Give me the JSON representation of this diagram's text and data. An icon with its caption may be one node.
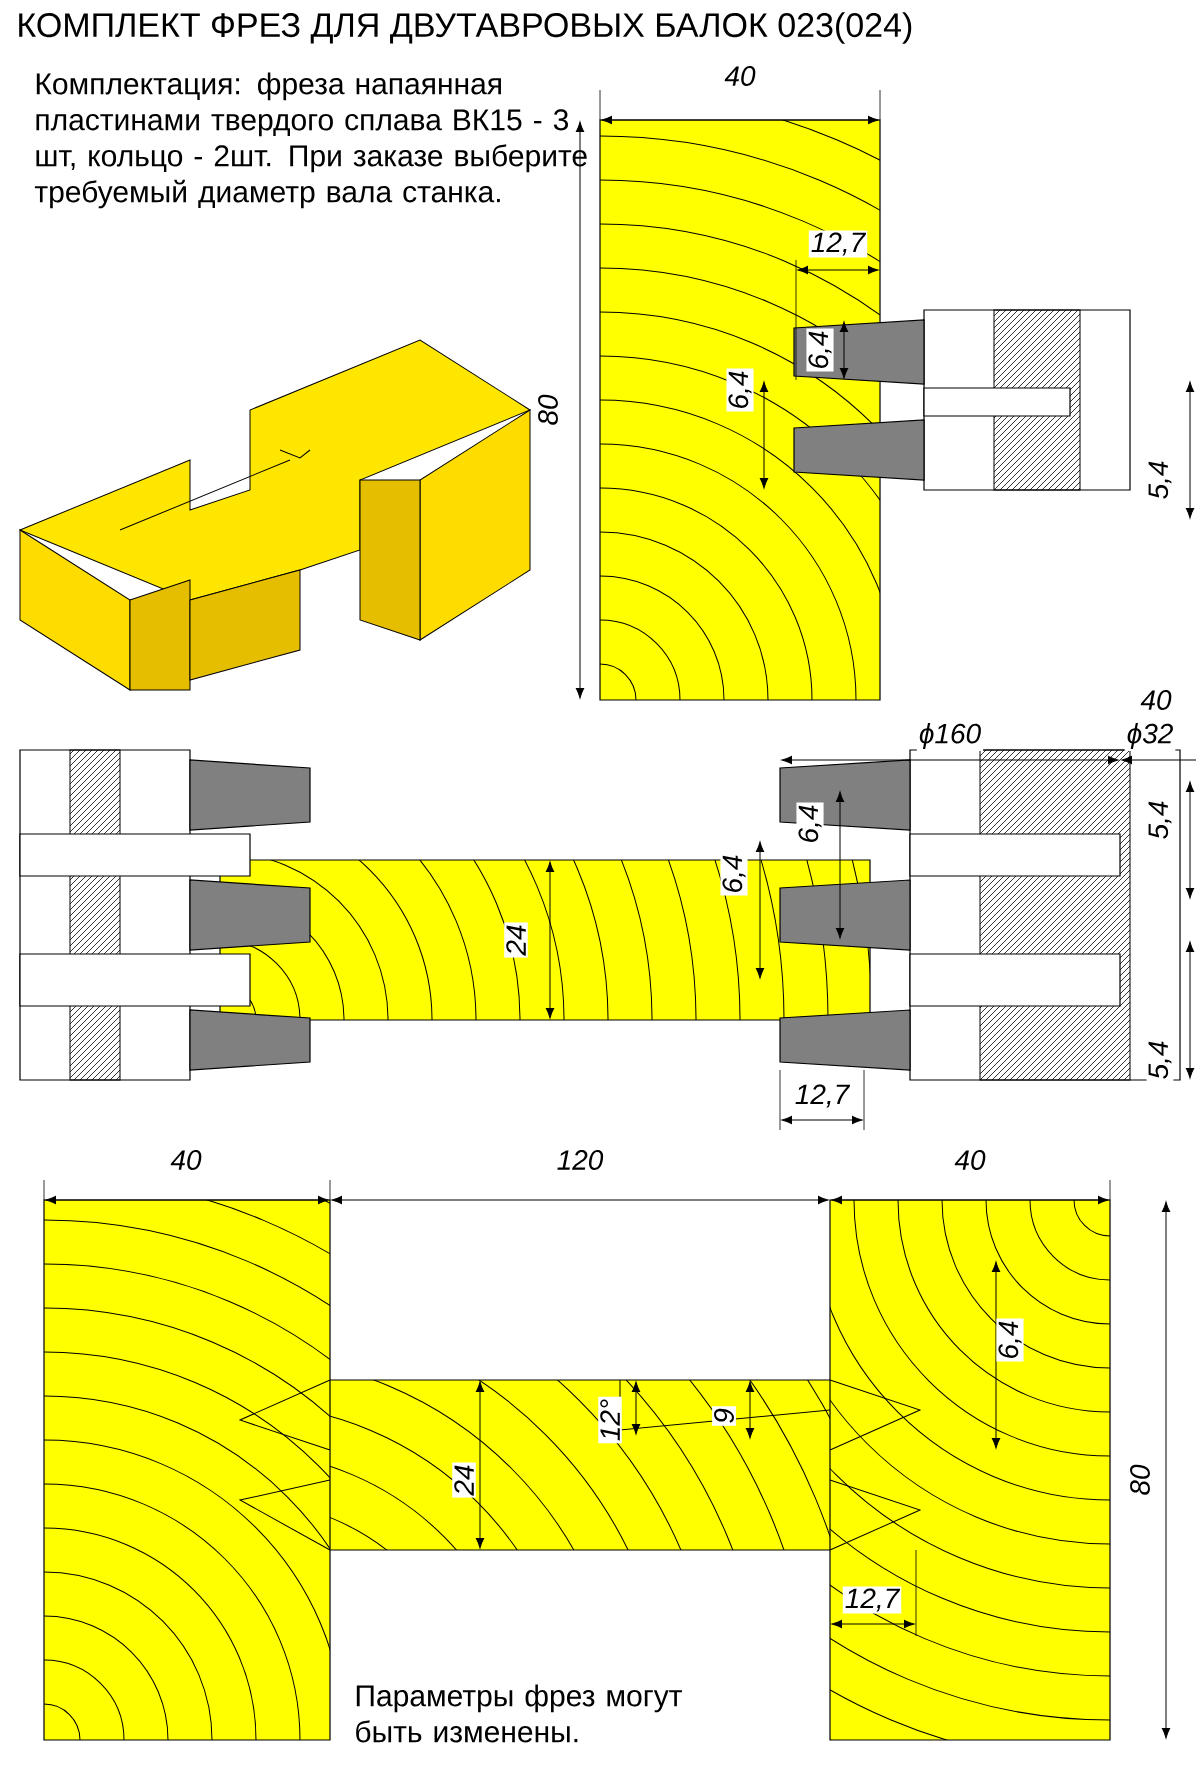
{
  "diagram": {
    "title": "КОМПЛЕКТ ФРЕЗ ДЛЯ ДВУТАВРОВЫХ БАЛОК 023(024)",
    "labels": [
      "Комплектация: фреза напаянная пластинами твердого сплава ВК15 - 3 шт, кольцо - 2шт. При заказе выберите требуемый диаметр вала станка.",
      "40",
      "12,7",
      "6,4",
      "80",
      "6,4",
      "5,4",
      "40",
      "ϕ160",
      "ϕ32",
      "6,4",
      "5,4",
      "6,4",
      "24",
      "12,7",
      "5,4",
      "40",
      "120",
      "40",
      "6,4",
      "12°",
      "9",
      "24",
      "80",
      "12,7",
      "Параметры фрез могут быть изменены."
    ]
  }
}
